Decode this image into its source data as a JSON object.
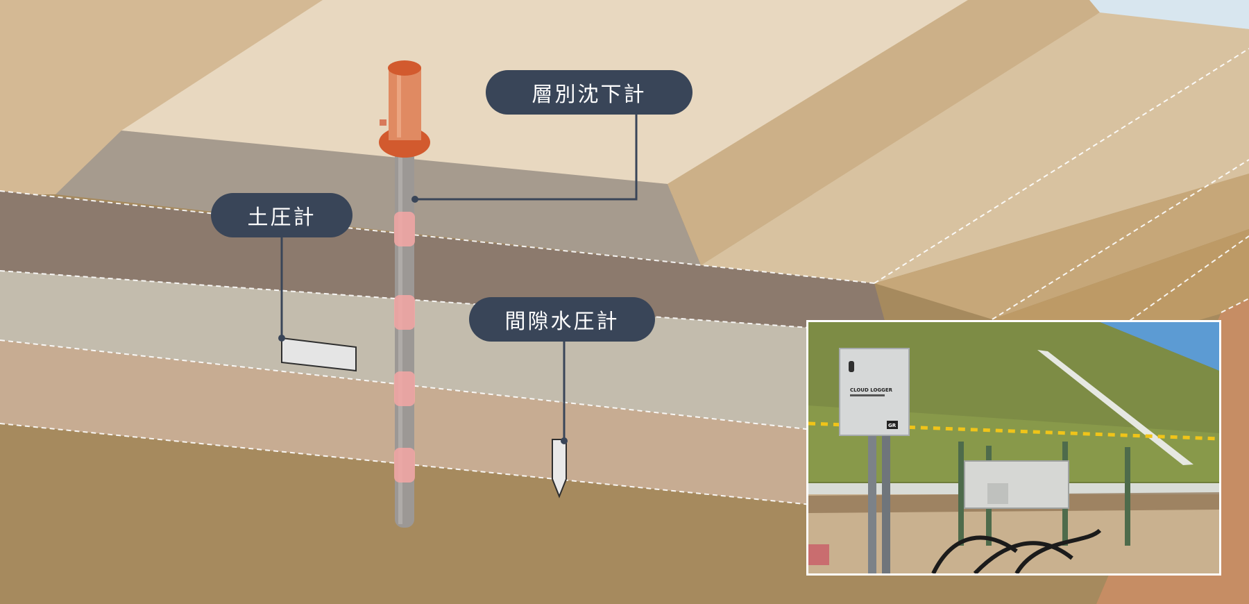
{
  "labels": {
    "settlement_gauge": "層別沈下計",
    "earth_pressure_gauge": "土圧計",
    "pore_water_pressure_gauge": "間隙水圧計"
  },
  "photo": {
    "logger_brand": "CLOUD LOGGER",
    "logger_badge": "GR"
  },
  "colors": {
    "label_background": "#394558",
    "settlement_head": "#d25a2e",
    "settlement_head_light": "#e08a62",
    "marker_pink": "#f5a6a4",
    "embankment_top": "#e8d8c0",
    "slope_sand": "#cdb28a",
    "layer_clay_top": "#a69b8e",
    "layer_brown": "#8c7a6d",
    "layer_light": "#c3bcad",
    "layer_tan": "#c7ac92",
    "ground_base": "#a68a5e",
    "dashed_boundary": "#ffffff"
  },
  "icons": {
    "settlement_gauge": "settlement-gauge-pipe-icon",
    "earth_pressure_gauge": "pressure-cell-plate-icon",
    "pore_water_pressure_gauge": "piezometer-probe-icon"
  }
}
